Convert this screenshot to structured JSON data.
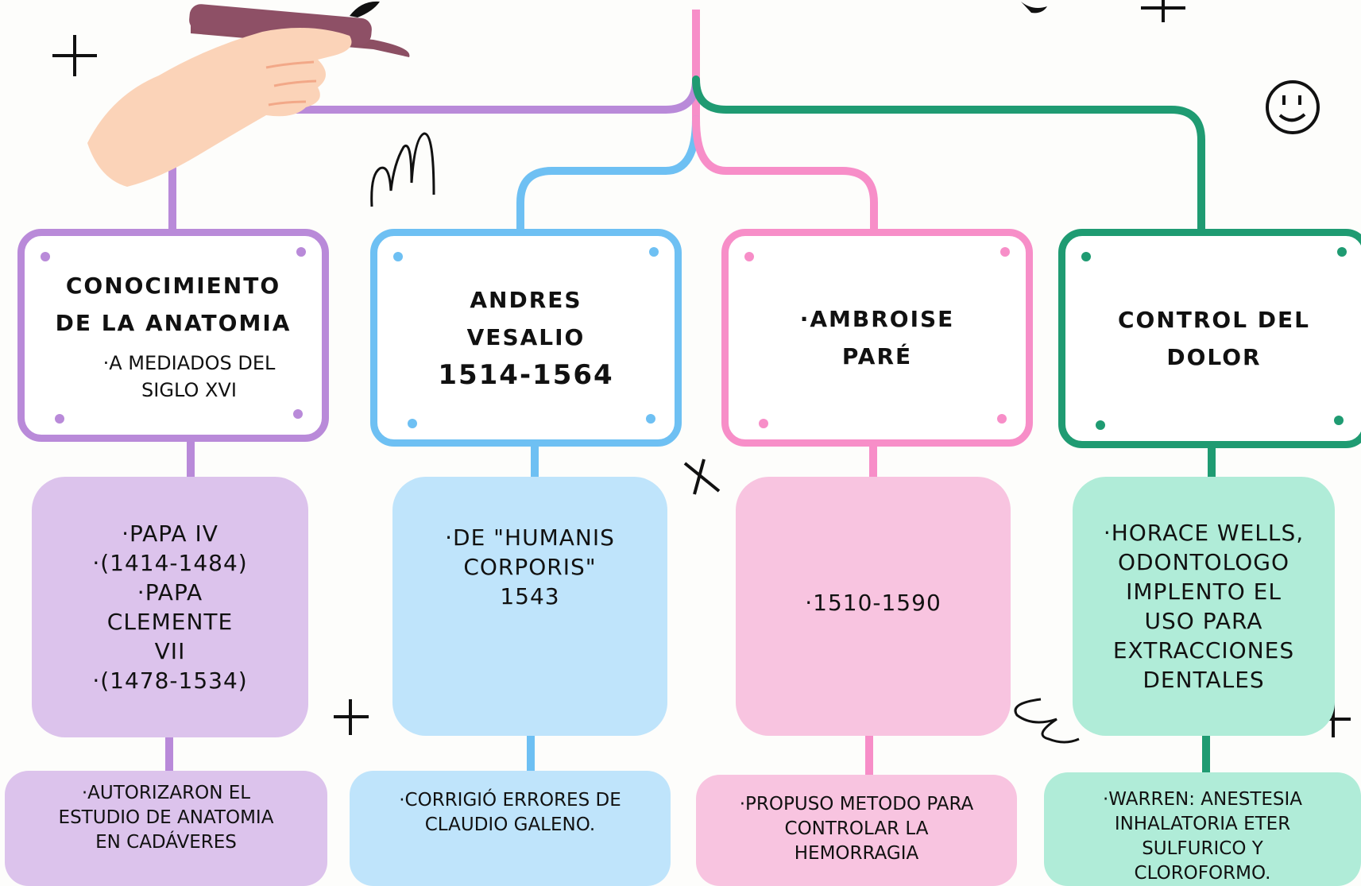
{
  "colors": {
    "background": "#fdfdfb",
    "purple": "#b98ad9",
    "purple_fill": "#dcc3ec",
    "blue": "#6ec0f3",
    "blue_fill": "#bfe4fb",
    "pink": "#f78ec8",
    "pink_fill": "#f8c4e0",
    "green": "#1f9b72",
    "green_fill": "#b0ecd8",
    "root_line": "#f78ec8"
  },
  "decorations": [
    "hand-holding-marker",
    "smiley-icon",
    "squiggle",
    "plus-marks",
    "x-mark"
  ],
  "columns": [
    {
      "id": "anatomia",
      "color": "purple",
      "title": "CONOCIMIENTO\nDE LA ANATOMIA",
      "subtitle": "·A MEDIADOS DEL\nSIGLO XVI",
      "detail": "·PAPA IV\n·(1414-1484)\n·PAPA\nCLEMENTE\nVII\n·(1478-1534)",
      "note": "·AUTORIZARON EL\nESTUDIO DE ANATOMIA\nEN CADÁVERES"
    },
    {
      "id": "vesalio",
      "color": "blue",
      "title": "ANDRES\nVESALIO",
      "title_dates": "1514-1564",
      "detail": "·DE \"HUMANIS\nCORPORIS\"\n1543",
      "note": "·CORRIGIÓ ERRORES DE\nCLAUDIO GALENO."
    },
    {
      "id": "pare",
      "color": "pink",
      "title": "·AMBROISE\nPARÉ",
      "detail": "·1510-1590",
      "note": "·PROPUSO METODO PARA\nCONTROLAR LA\nHEMORRAGIA"
    },
    {
      "id": "dolor",
      "color": "green",
      "title": "CONTROL DEL\nDOLOR",
      "detail": "·HORACE WELLS,\nODONTOLOGO\nIMPLENTO EL\nUSO PARA\nEXTRACCIONES\nDENTALES",
      "note": "·WARREN: ANESTESIA\nINHALATORIA ETER\nSULFURICO Y\nCLOROFORMO."
    }
  ]
}
